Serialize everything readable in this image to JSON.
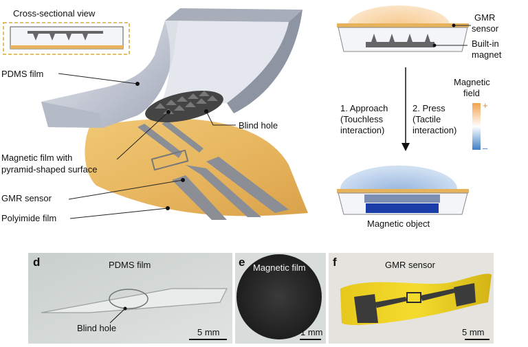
{
  "panel_a": {
    "cross_section_label": "Cross-sectional view",
    "pdms_film": "PDMS film",
    "blind_hole": "Blind hole",
    "magnetic_film_line1": "Magnetic film with",
    "magnetic_film_line2": "pyramid-shaped surface",
    "gmr_sensor": "GMR sensor",
    "polyimide_film": "Polyimide film"
  },
  "panel_b": {
    "gmr_sensor_line1": "GMR",
    "gmr_sensor_line2": "sensor",
    "builtin_line1": "Built-in",
    "builtin_line2": "magnet",
    "magnetic_field_line1": "Magnetic",
    "magnetic_field_line2": "field",
    "plus": "+",
    "minus": "–",
    "approach_line1": "1. Approach",
    "approach_line2": "(Touchless",
    "approach_line3": "interaction)",
    "press_line1": "2. Press",
    "press_line2": "(Tactile",
    "press_line3": "interaction)",
    "magnetic_object": "Magnetic object"
  },
  "panel_d": {
    "letter": "d",
    "title": "PDMS film",
    "callout": "Blind hole",
    "scale": "5 mm"
  },
  "panel_e": {
    "letter": "e",
    "title": "Magnetic film",
    "scale": "1 mm"
  },
  "panel_f": {
    "letter": "f",
    "title": "GMR sensor",
    "scale": "5 mm"
  },
  "colors": {
    "polyimide": "#e9b75a",
    "pdms": "#cfd4de",
    "accent_orange": "#f2b76b",
    "accent_blue": "#4f86c6",
    "magnet": "#1a3da8"
  }
}
